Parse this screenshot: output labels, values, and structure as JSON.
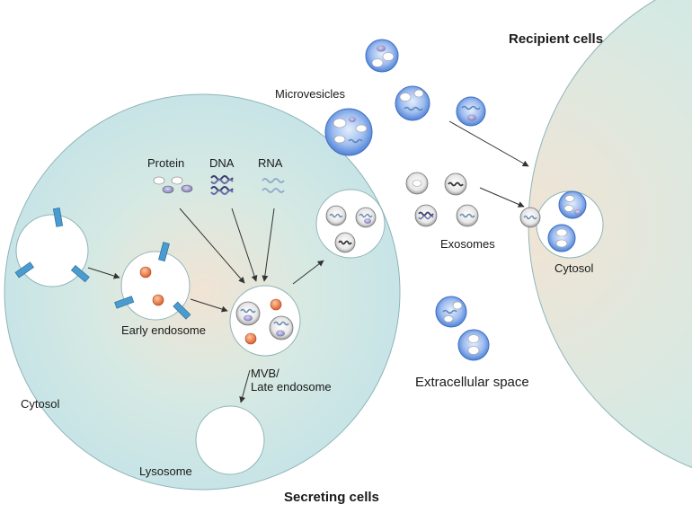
{
  "labels": {
    "recipient_cells": "Recipient cells",
    "secreting_cells": "Secreting cells",
    "microvesicles": "Microvesicles",
    "protein": "Protein",
    "dna": "DNA",
    "rna": "RNA",
    "exosomes": "Exosomes",
    "recipient_cytosol": "Cytosol",
    "early_endosome": "Early endosome",
    "mvb_line1": "MVB/",
    "mvb_line2": "Late endosome",
    "secreting_cytosol": "Cytosol",
    "lysosome": "Lysosome",
    "extracellular_space": "Extracellular space"
  },
  "colors": {
    "cell_fill": "#c9e6e6",
    "cell_center": "#f2e6d6",
    "vesicle_blue": "#5f8fdc",
    "receptor_blue": "#4a9bd0",
    "protein_orange": "#e5784a",
    "arrow": "#333333"
  }
}
